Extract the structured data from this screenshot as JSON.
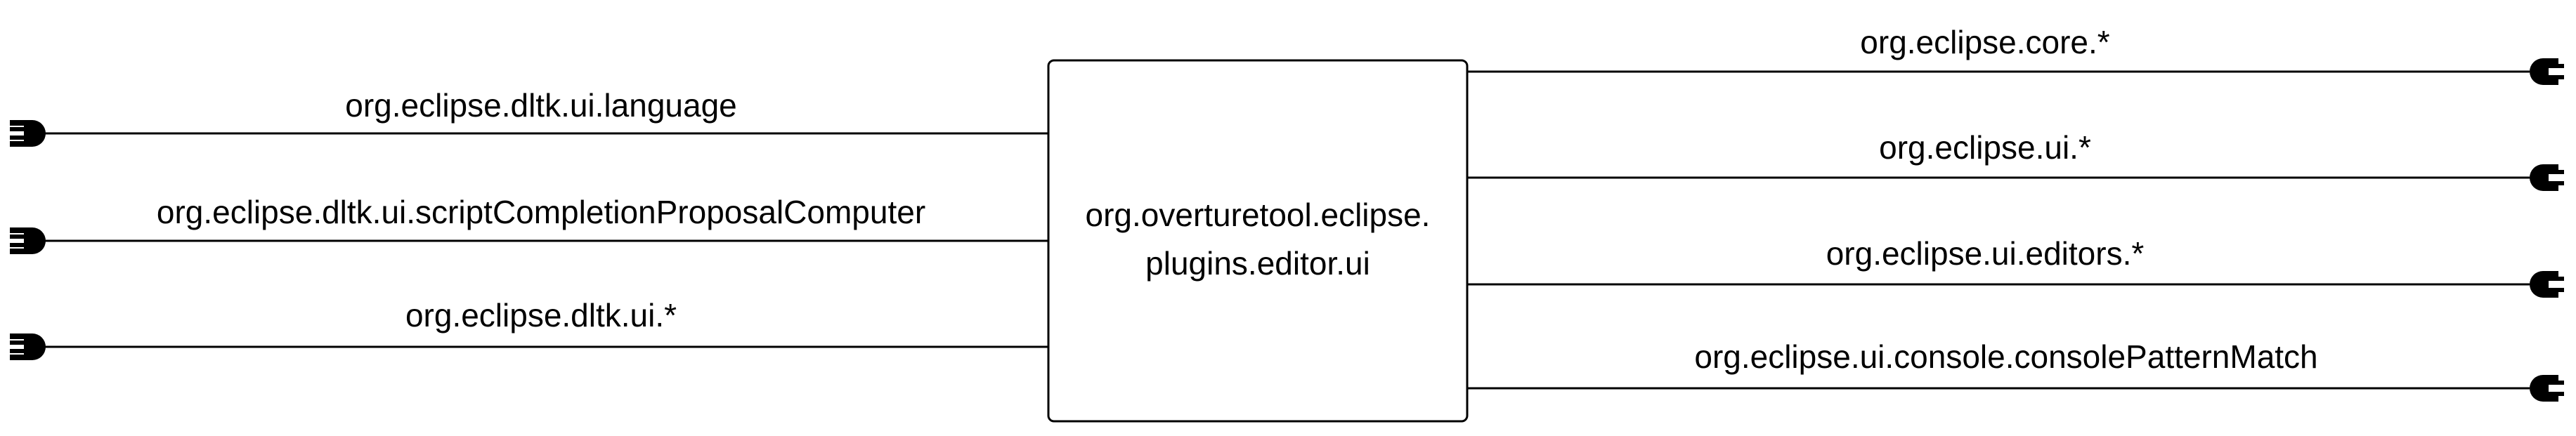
{
  "component": {
    "name_line1": "org.overturetool.eclipse.",
    "name_line2": "plugins.editor.ui"
  },
  "provided_interfaces": [
    {
      "label": "org.eclipse.dltk.ui.language"
    },
    {
      "label": "org.eclipse.dltk.ui.scriptCompletionProposalComputer"
    },
    {
      "label": "org.eclipse.dltk.ui.*"
    }
  ],
  "required_interfaces": [
    {
      "label": "org.eclipse.core.*"
    },
    {
      "label": "org.eclipse.ui.*"
    },
    {
      "label": "org.eclipse.ui.editors.*"
    },
    {
      "label": "org.eclipse.ui.console.consolePatternMatch"
    }
  ],
  "colors": {
    "stroke": "#000000",
    "background": "#ffffff"
  },
  "icons": {
    "provided_end": "plug-icon",
    "required_end": "socket-icon"
  }
}
